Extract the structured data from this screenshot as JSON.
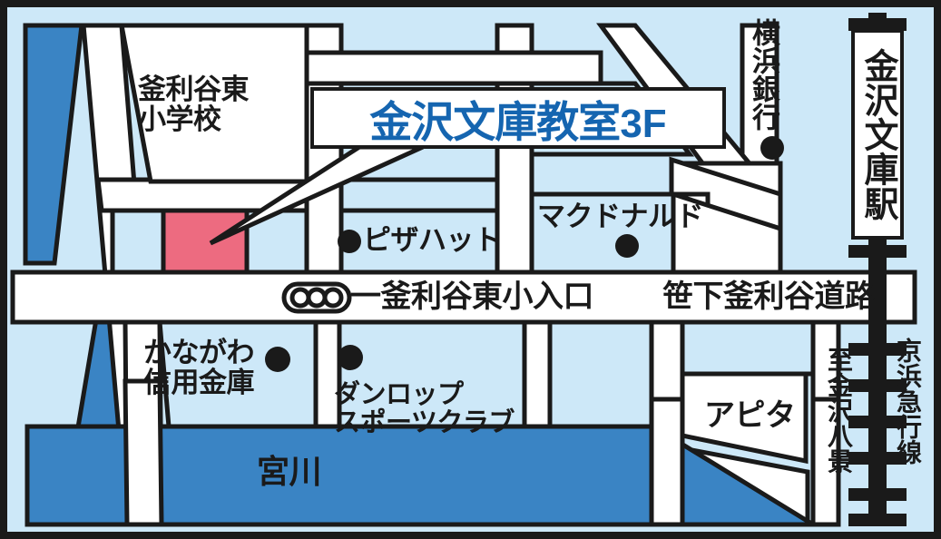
{
  "map": {
    "title_callout": {
      "main": "金沢文庫教室",
      "suffix": "3F",
      "color": "#1565b0"
    },
    "colors": {
      "background": "#cde8f8",
      "road": "#ffffff",
      "river": "#3a84c4",
      "highlight_block": "#ed6b80",
      "outline": "#1a1a1a",
      "accent_blue": "#1565b0",
      "landmark_dot": "#1a1a1a"
    },
    "labels": {
      "school": "釜利谷東\n小学校",
      "pizza_hut": "ピザハット",
      "mcdonalds": "マクドナルド",
      "yokohama_bank": "横浜銀行",
      "kanazawa_bunko_station": "金沢文庫駅",
      "intersection": "一釜利谷東小入口",
      "sasage_road": "笹下釜利谷道路",
      "kanagawa_shinkin": "かながわ\n信用金庫",
      "dunlop": "ダンロップ\nスポーツクラブ",
      "apita": "アピタ",
      "miyagawa_river": "宮川",
      "to_kanazawa_hakkei": "至金沢八景",
      "keikyu_line": "京浜急行線"
    },
    "icons": {
      "traffic_signal": "traffic-signal-icon",
      "railway": "railway-track-icon",
      "landmark_dot": "landmark-dot-icon",
      "pointer": "callout-pointer-icon"
    }
  }
}
